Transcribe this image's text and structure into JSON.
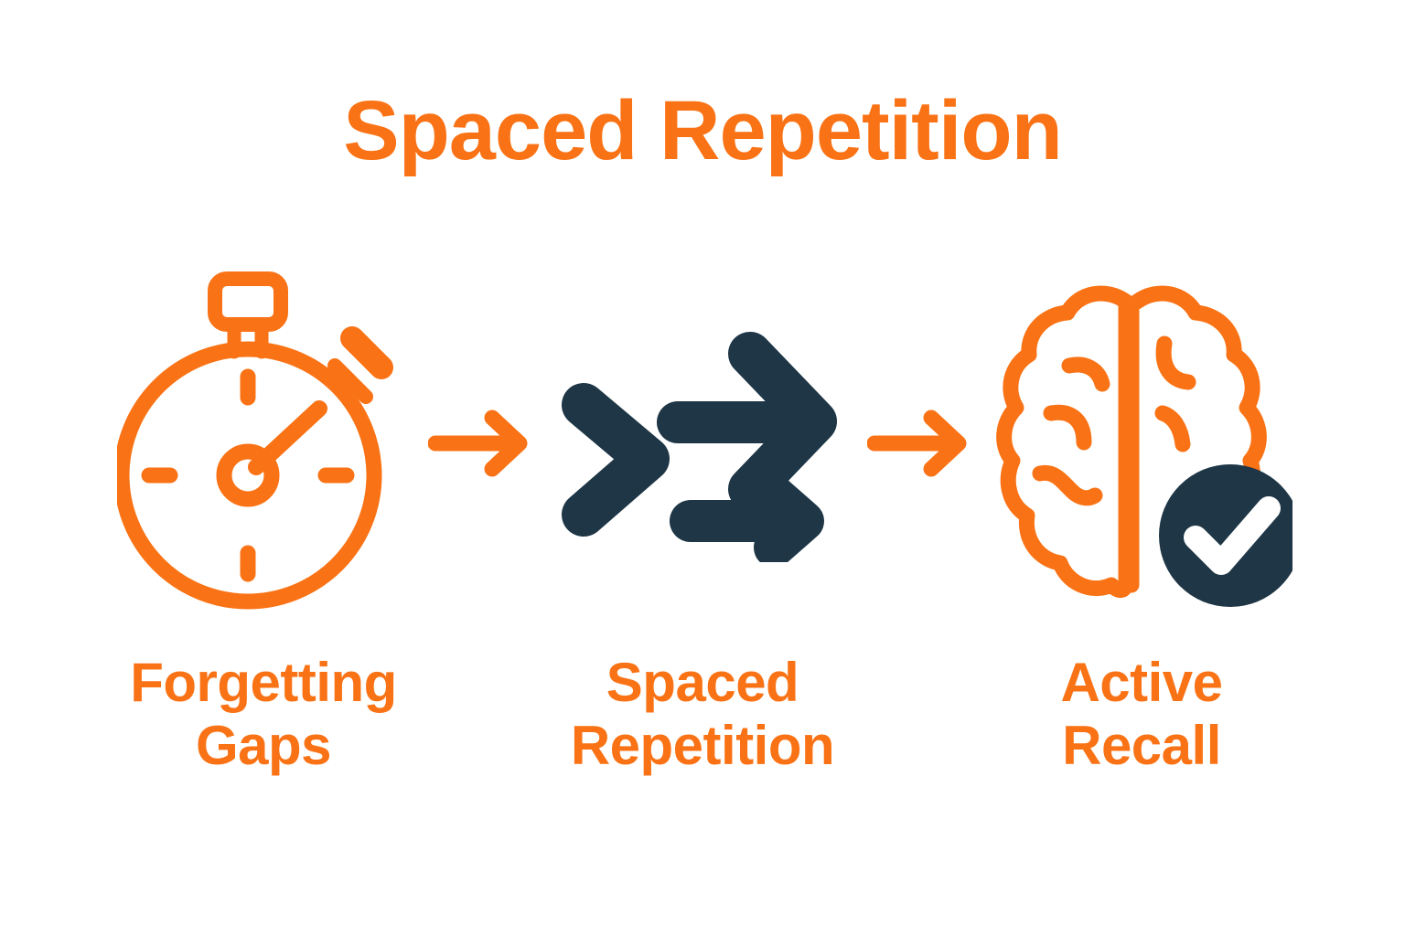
{
  "page": {
    "background_color": "#FFFFFF",
    "accent_orange": "#F97316",
    "accent_navy": "#1E3646",
    "check_color": "#FFFFFF"
  },
  "header": {
    "title": "Spaced Repetition"
  },
  "flow": {
    "steps": [
      {
        "icon_name": "stopwatch-icon",
        "icon_color": "#F97316",
        "caption_line1": "Forgetting",
        "caption_line2": "Gaps"
      },
      {
        "icon_name": "shuffle-arrows-icon",
        "icon_color": "#1E3646",
        "caption_line1": "Spaced",
        "caption_line2": "Repetition"
      },
      {
        "icon_name": "brain-check-icon",
        "icon_color": "#F97316",
        "caption_line1": "Active",
        "caption_line2": "Recall"
      }
    ],
    "connectors": [
      {
        "icon_name": "arrow-right-icon",
        "color": "#F97316"
      },
      {
        "icon_name": "arrow-right-icon",
        "color": "#F97316"
      }
    ]
  }
}
